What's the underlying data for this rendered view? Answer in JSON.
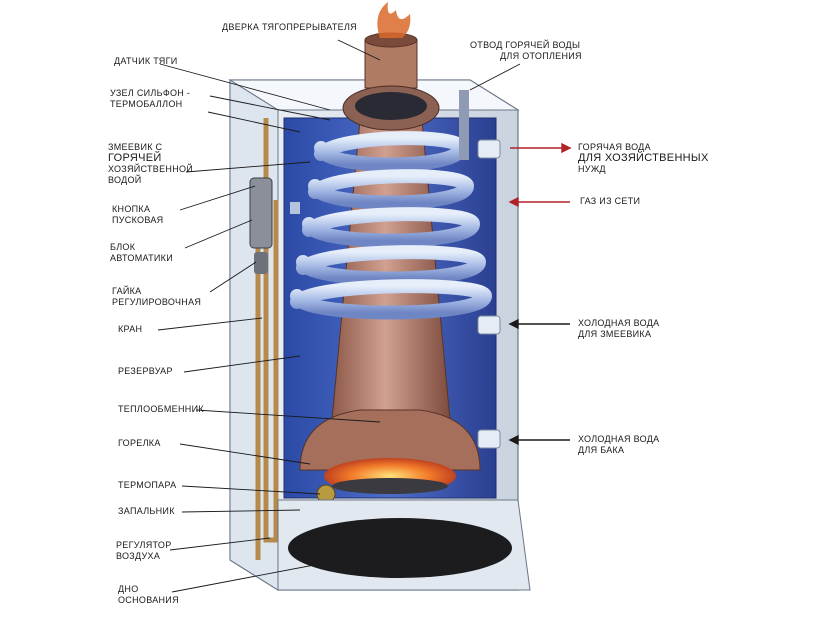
{
  "labels_left": [
    {
      "id": "damper-door",
      "lines": [
        "ДВЕРКА ТЯГОПРЕРЫВАТЕЛЯ"
      ]
    },
    {
      "id": "draft-sensor",
      "lines": [
        "ДАТЧИК ТЯГИ"
      ]
    },
    {
      "id": "bellows",
      "lines": [
        "УЗЕЛ СИЛЬФОН -",
        "ТЕРМОБАЛЛОН"
      ]
    },
    {
      "id": "coil",
      "lines": [
        "ЗМЕЕВИК С",
        "ГОРЯЧЕЙ",
        "ХОЗЯЙСТВЕННОЙ",
        "ВОДОЙ"
      ]
    },
    {
      "id": "start-button",
      "lines": [
        "КНОПКА",
        "ПУСКОВАЯ"
      ]
    },
    {
      "id": "automation",
      "lines": [
        "БЛОК",
        "АВТОМАТИКИ"
      ]
    },
    {
      "id": "adjust-nut",
      "lines": [
        "ГАЙКА",
        "РЕГУЛИРОВОЧНАЯ"
      ]
    },
    {
      "id": "valve",
      "lines": [
        "КРАН"
      ]
    },
    {
      "id": "tank",
      "lines": [
        "РЕЗЕРВУАР"
      ]
    },
    {
      "id": "heat-exchanger",
      "lines": [
        "ТЕПЛООБМЕННИК"
      ]
    },
    {
      "id": "burner",
      "lines": [
        "ГОРЕЛКА"
      ]
    },
    {
      "id": "thermocouple",
      "lines": [
        "ТЕРМОПАРА"
      ]
    },
    {
      "id": "igniter",
      "lines": [
        "ЗАПАЛЬНИК"
      ]
    },
    {
      "id": "air-regulator",
      "lines": [
        "РЕГУЛЯТОР",
        "ВОЗДУХА"
      ]
    },
    {
      "id": "base-bottom",
      "lines": [
        "ДНО",
        "ОСНОВАНИЯ"
      ]
    }
  ],
  "labels_right": [
    {
      "id": "hot-water-outlet",
      "lines": [
        "ОТВОД ГОРЯЧЕЙ ВОДЫ",
        "ДЛЯ ОТОПЛЕНИЯ"
      ]
    },
    {
      "id": "hot-water-household",
      "lines": [
        "ГОРЯЧАЯ ВОДА",
        "ДЛЯ ХОЗЯЙСТВЕННЫХ",
        "НУЖД"
      ]
    },
    {
      "id": "gas-supply",
      "lines": [
        "ГАЗ ИЗ СЕТИ"
      ]
    },
    {
      "id": "cold-water-coil",
      "lines": [
        "ХОЛОДНАЯ ВОДА",
        "ДЛЯ ЗМЕЕВИКА"
      ]
    },
    {
      "id": "cold-water-tank",
      "lines": [
        "ХОЛОДНАЯ ВОДА",
        "ДЛЯ БАКА"
      ]
    }
  ],
  "colors": {
    "casing": "#dfe6ee",
    "water": "#3a58b8",
    "heat_exchanger": "#b27a66",
    "coil": "#b8c8e8",
    "flame": "#e8542a",
    "arrow": "#b0222a",
    "pipe": "#b58a4a",
    "base": "#1c1c1e"
  }
}
